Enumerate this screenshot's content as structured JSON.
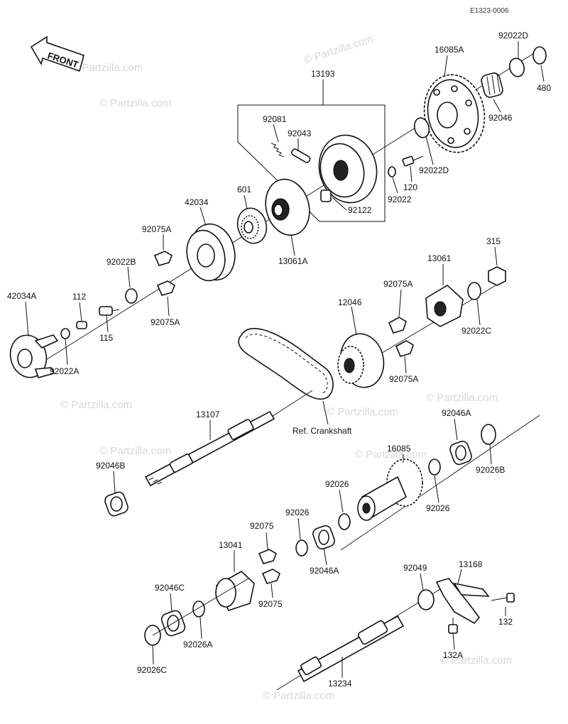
{
  "diagram": {
    "code": "E1323-0006",
    "front_label": "FRONT",
    "watermark": "© Partzilla.com",
    "ref_label": "Ref. Crankshaft",
    "parts": {
      "p13193": "13193",
      "p92081": "92081",
      "p92043": "92043",
      "p92122": "92122",
      "p16085A": "16085A",
      "p92022D_a": "92022D",
      "p92022D_b": "92022D",
      "p92046_top": "92046",
      "p480": "480",
      "p120": "120",
      "p92022": "92022",
      "p601": "601",
      "p42034": "42034",
      "p13061A": "13061A",
      "p92075A_a": "92075A",
      "p92075A_b": "92075A",
      "p92075A_c": "92075A",
      "p92075A_d": "92075A",
      "p92022B": "92022B",
      "p42034A": "42034A",
      "p112": "112",
      "p115": "115",
      "p92022A": "92022A",
      "p13061": "13061",
      "p315": "315",
      "p92022C": "92022C",
      "p12046": "12046",
      "p13107": "13107",
      "p92046B": "92046B",
      "p16085": "16085",
      "p92046A_a": "92046A",
      "p92046A_b": "92046A",
      "p92026B": "92026B",
      "p92026_a": "92026",
      "p92026_b": "92026",
      "p92026_c": "92026",
      "p92075_a": "92075",
      "p92075_b": "92075",
      "p13041": "13041",
      "p92046C": "92046C",
      "p92026A": "92026A",
      "p92026C": "92026C",
      "p92049": "92049",
      "p13168": "13168",
      "p132": "132",
      "p132A": "132A",
      "p13234": "13234"
    }
  }
}
